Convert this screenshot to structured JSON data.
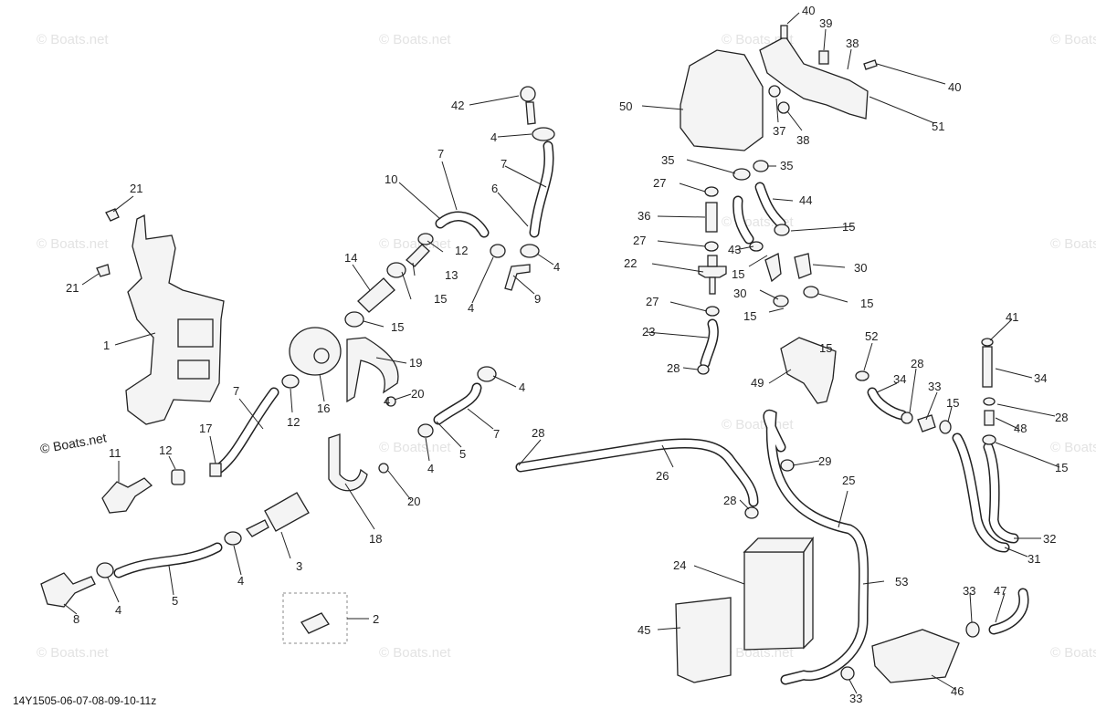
{
  "diagram_code": "14Y1505-06-07-08-09-10-11z",
  "watermark": "© Boats.net",
  "main_watermark": "© Boats.net",
  "callouts": [
    {
      "id": "c1",
      "text": "1"
    },
    {
      "id": "c2",
      "text": "2"
    },
    {
      "id": "c3",
      "text": "3"
    },
    {
      "id": "c4a",
      "text": "4"
    },
    {
      "id": "c4b",
      "text": "4"
    },
    {
      "id": "c4c",
      "text": "4"
    },
    {
      "id": "c4d",
      "text": "4"
    },
    {
      "id": "c4e",
      "text": "4"
    },
    {
      "id": "c4f",
      "text": "4"
    },
    {
      "id": "c4g",
      "text": "4"
    },
    {
      "id": "c4h",
      "text": "4"
    },
    {
      "id": "c5a",
      "text": "5"
    },
    {
      "id": "c5b",
      "text": "5"
    },
    {
      "id": "c6",
      "text": "6"
    },
    {
      "id": "c7a",
      "text": "7"
    },
    {
      "id": "c7b",
      "text": "7"
    },
    {
      "id": "c7c",
      "text": "7"
    },
    {
      "id": "c7d",
      "text": "7"
    },
    {
      "id": "c8",
      "text": "8"
    },
    {
      "id": "c9",
      "text": "9"
    },
    {
      "id": "c10",
      "text": "10"
    },
    {
      "id": "c11",
      "text": "11"
    },
    {
      "id": "c12a",
      "text": "12"
    },
    {
      "id": "c12b",
      "text": "12"
    },
    {
      "id": "c12c",
      "text": "12"
    },
    {
      "id": "c13",
      "text": "13"
    },
    {
      "id": "c14",
      "text": "14"
    },
    {
      "id": "c15a",
      "text": "15"
    },
    {
      "id": "c15b",
      "text": "15"
    },
    {
      "id": "c15c",
      "text": "15"
    },
    {
      "id": "c15d",
      "text": "15"
    },
    {
      "id": "c15e",
      "text": "15"
    },
    {
      "id": "c15f",
      "text": "15"
    },
    {
      "id": "c15g",
      "text": "15"
    },
    {
      "id": "c15h",
      "text": "15"
    },
    {
      "id": "c15i",
      "text": "15"
    },
    {
      "id": "c16",
      "text": "16"
    },
    {
      "id": "c17",
      "text": "17"
    },
    {
      "id": "c18",
      "text": "18"
    },
    {
      "id": "c19",
      "text": "19"
    },
    {
      "id": "c20a",
      "text": "20"
    },
    {
      "id": "c20b",
      "text": "20"
    },
    {
      "id": "c21a",
      "text": "21"
    },
    {
      "id": "c21b",
      "text": "21"
    },
    {
      "id": "c22",
      "text": "22"
    },
    {
      "id": "c23",
      "text": "23"
    },
    {
      "id": "c24",
      "text": "24"
    },
    {
      "id": "c25",
      "text": "25"
    },
    {
      "id": "c26",
      "text": "26"
    },
    {
      "id": "c27a",
      "text": "27"
    },
    {
      "id": "c27b",
      "text": "27"
    },
    {
      "id": "c27c",
      "text": "27"
    },
    {
      "id": "c28a",
      "text": "28"
    },
    {
      "id": "c28b",
      "text": "28"
    },
    {
      "id": "c28c",
      "text": "28"
    },
    {
      "id": "c28d",
      "text": "28"
    },
    {
      "id": "c28e",
      "text": "28"
    },
    {
      "id": "c29",
      "text": "29"
    },
    {
      "id": "c30a",
      "text": "30"
    },
    {
      "id": "c30b",
      "text": "30"
    },
    {
      "id": "c31",
      "text": "31"
    },
    {
      "id": "c32",
      "text": "32"
    },
    {
      "id": "c33a",
      "text": "33"
    },
    {
      "id": "c33b",
      "text": "33"
    },
    {
      "id": "c33c",
      "text": "33"
    },
    {
      "id": "c34a",
      "text": "34"
    },
    {
      "id": "c34b",
      "text": "34"
    },
    {
      "id": "c35a",
      "text": "35"
    },
    {
      "id": "c35b",
      "text": "35"
    },
    {
      "id": "c36",
      "text": "36"
    },
    {
      "id": "c37",
      "text": "37"
    },
    {
      "id": "c38a",
      "text": "38"
    },
    {
      "id": "c38b",
      "text": "38"
    },
    {
      "id": "c39",
      "text": "39"
    },
    {
      "id": "c40a",
      "text": "40"
    },
    {
      "id": "c40b",
      "text": "40"
    },
    {
      "id": "c41",
      "text": "41"
    },
    {
      "id": "c42",
      "text": "42"
    },
    {
      "id": "c43",
      "text": "43"
    },
    {
      "id": "c44",
      "text": "44"
    },
    {
      "id": "c45",
      "text": "45"
    },
    {
      "id": "c46",
      "text": "46"
    },
    {
      "id": "c47",
      "text": "47"
    },
    {
      "id": "c48",
      "text": "48"
    },
    {
      "id": "c49",
      "text": "49"
    },
    {
      "id": "c50",
      "text": "50"
    },
    {
      "id": "c51",
      "text": "51"
    },
    {
      "id": "c52",
      "text": "52"
    },
    {
      "id": "c53",
      "text": "53"
    }
  ]
}
